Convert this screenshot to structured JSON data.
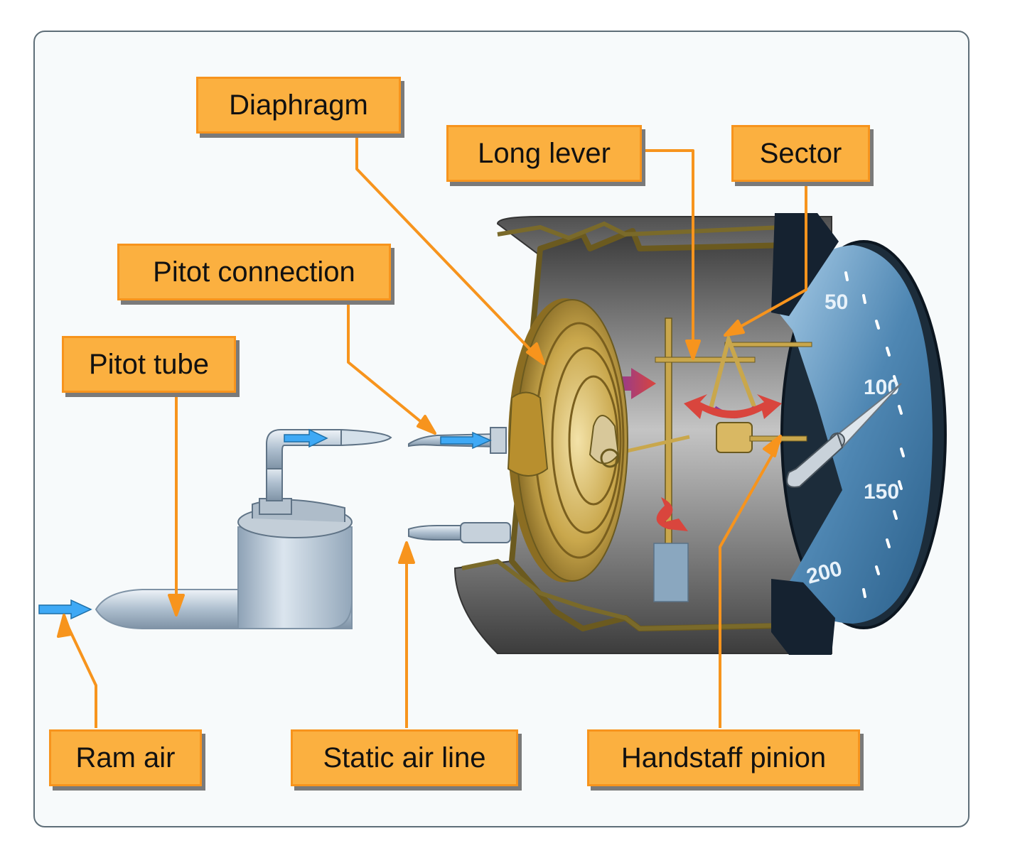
{
  "labels": {
    "diaphragm": "Diaphragm",
    "long_lever": "Long lever",
    "sector": "Sector",
    "pitot_connection": "Pitot connection",
    "pitot_tube": "Pitot tube",
    "ram_air": "Ram air",
    "static_air_line": "Static air line",
    "handstaff_pinion": "Handstaff pinion"
  },
  "dial": {
    "marks": [
      "50",
      "100",
      "150",
      "200"
    ]
  },
  "colors": {
    "label_fill": "#fbb040",
    "label_border": "#f7941d",
    "leader_line": "#f7941d",
    "airflow_arrow": "#3fa9f5",
    "motion_arrow": "#d9453d",
    "dial_face": "#4f87b3",
    "diaphragm": "#c9a74c"
  }
}
